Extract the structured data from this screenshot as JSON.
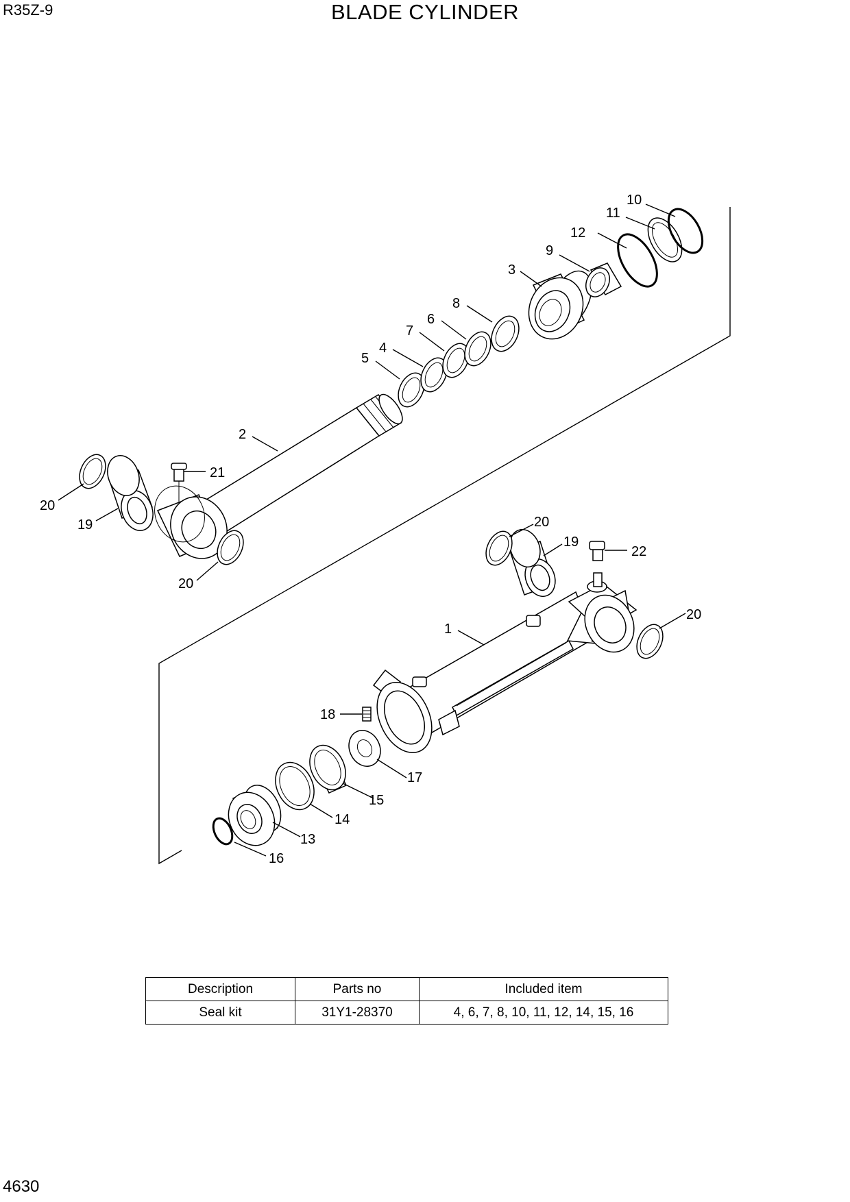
{
  "header": {
    "model": "R35Z-9",
    "title": "BLADE CYLINDER"
  },
  "footer": {
    "page_number": "4630"
  },
  "diagram": {
    "callouts": {
      "c1": "1",
      "c2": "2",
      "c3": "3",
      "c4": "4",
      "c5": "5",
      "c6": "6",
      "c7": "7",
      "c8": "8",
      "c9": "9",
      "c10": "10",
      "c11": "11",
      "c12": "12",
      "c13": "13",
      "c14": "14",
      "c15": "15",
      "c16": "16",
      "c17": "17",
      "c18": "18",
      "c19a": "19",
      "c19b": "19",
      "c20a": "20",
      "c20b": "20",
      "c20c": "20",
      "c20d": "20",
      "c21": "21",
      "c22": "22"
    }
  },
  "seal_table": {
    "headers": {
      "description": "Description",
      "parts_no": "Parts no",
      "included_item": "Included item"
    },
    "rows": [
      {
        "description": "Seal kit",
        "parts_no": "31Y1-28370",
        "included_item": "4, 6, 7, 8, 10, 11, 12, 14, 15, 16"
      }
    ]
  }
}
